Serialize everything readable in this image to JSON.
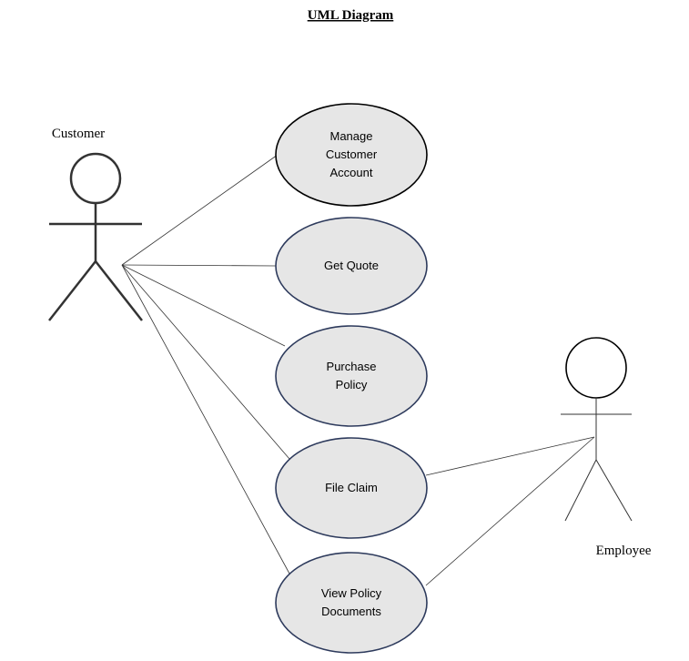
{
  "title": "UML Diagram",
  "colors": {
    "ellipse_fill": "#e6e6e6",
    "ellipse_stroke_top": "#000000",
    "ellipse_stroke": "#2d3a5c",
    "line": "#333333"
  },
  "actors": {
    "customer": {
      "label": "Customer"
    },
    "employee": {
      "label": "Employee"
    }
  },
  "use_cases": [
    {
      "id": "manage-customer-account",
      "lines": [
        "Manage",
        "Customer",
        "Account"
      ]
    },
    {
      "id": "get-quote",
      "lines": [
        "Get Quote"
      ]
    },
    {
      "id": "purchase-policy",
      "lines": [
        "Purchase",
        "Policy"
      ]
    },
    {
      "id": "file-claim",
      "lines": [
        "File Claim"
      ]
    },
    {
      "id": "view-policy-documents",
      "lines": [
        "View Policy",
        "Documents"
      ]
    }
  ],
  "associations": [
    {
      "actor": "customer",
      "use_case": "manage-customer-account"
    },
    {
      "actor": "customer",
      "use_case": "get-quote"
    },
    {
      "actor": "customer",
      "use_case": "purchase-policy"
    },
    {
      "actor": "customer",
      "use_case": "file-claim"
    },
    {
      "actor": "customer",
      "use_case": "view-policy-documents"
    },
    {
      "actor": "employee",
      "use_case": "file-claim"
    },
    {
      "actor": "employee",
      "use_case": "view-policy-documents"
    }
  ]
}
